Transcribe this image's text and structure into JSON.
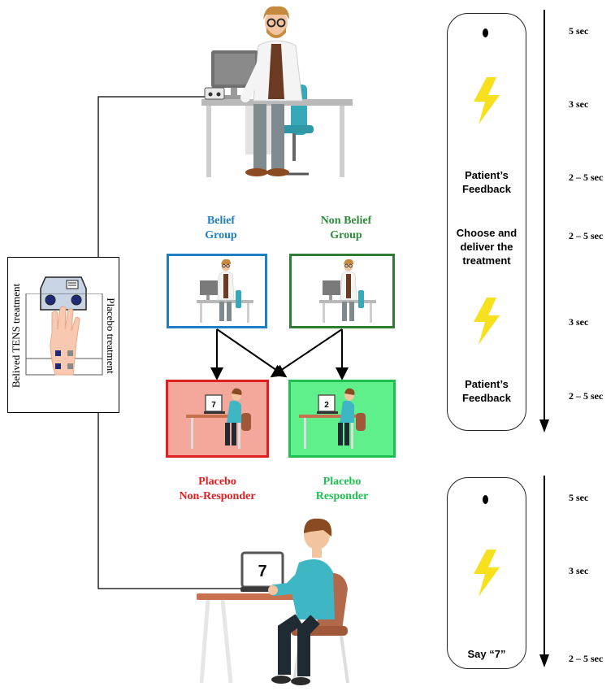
{
  "groups": {
    "belief": {
      "line1": "Belief",
      "line2": "Group",
      "color": "#1f7fc4"
    },
    "non_belief": {
      "line1": "Non Belief",
      "line2": "Group",
      "color": "#2e8b3a"
    },
    "non_responder": {
      "line1": "Placebo",
      "line2": "Non-Responder",
      "color": "#e02020",
      "screen_number": "7"
    },
    "responder": {
      "line1": "Placebo",
      "line2": "Responder",
      "color": "#1fbf52",
      "screen_number": "2"
    }
  },
  "device_panel": {
    "left_label": "Belived TENS treatment",
    "right_label": "Placebo treatment"
  },
  "patient_laptop": {
    "screen_number": "7"
  },
  "timeline_top": {
    "items": [
      {
        "type": "dot",
        "time": "5 sec"
      },
      {
        "type": "bolt",
        "time": "3 sec"
      },
      {
        "type": "text",
        "line1": "Patient’s",
        "line2": "Feedback",
        "time": "2 – 5 sec"
      },
      {
        "type": "text",
        "line1": "Choose and",
        "line2": "deliver the",
        "line3": "treatment",
        "time": "2 – 5 sec"
      },
      {
        "type": "bolt",
        "time": "3 sec"
      },
      {
        "type": "text",
        "line1": "Patient’s",
        "line2": "Feedback",
        "time": "2 – 5 sec"
      }
    ]
  },
  "timeline_bottom": {
    "items": [
      {
        "type": "dot",
        "time": "5 sec"
      },
      {
        "type": "bolt",
        "time": "3 sec"
      },
      {
        "type": "text",
        "line1": "Say “7”",
        "time": "2 – 5 sec"
      }
    ]
  },
  "colors": {
    "bolt": "#f7e01d",
    "skin": "#f2c4a0",
    "shirt_teal": "#3fb6c4",
    "desk_top": "#c7714e"
  }
}
